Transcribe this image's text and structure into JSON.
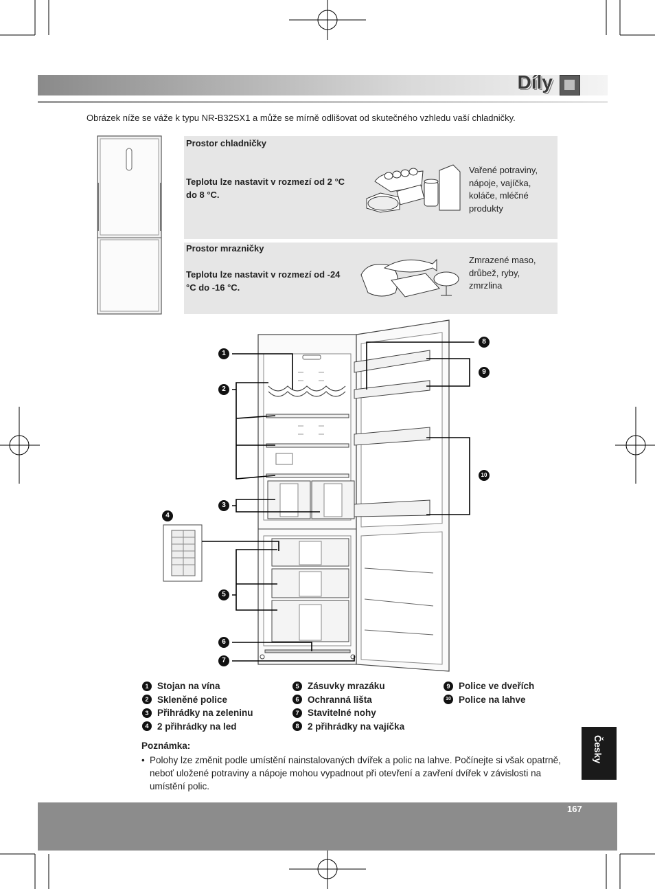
{
  "header": {
    "title": "Díly"
  },
  "intro": "Obrázek níže se váže k typu NR-B32SX1 a může se mírně odlišovat od skutečného vzhledu vaší chladničky.",
  "fridge_box": {
    "title": "Prostor chladničky",
    "temp": "Teplotu lze nastavit v rozmezí od 2 °C do 8 °C.",
    "items": "Vařené potraviny, nápoje, vajíčka, koláče, mléčné produkty"
  },
  "freezer_box": {
    "title": "Prostor mrazničky",
    "temp": "Teplotu lze nastavit v rozmezí od -24 °C do -16 °C.",
    "items": "Zmrazené maso, drůbež, ryby, zmrzlina"
  },
  "callouts": [
    "1",
    "2",
    "3",
    "4",
    "5",
    "6",
    "7",
    "8",
    "9",
    "10"
  ],
  "legend": [
    {
      "num": "1",
      "label": "Stojan na vína"
    },
    {
      "num": "2",
      "label": "Skleněné police"
    },
    {
      "num": "3",
      "label": "Přihrádky na zeleninu"
    },
    {
      "num": "4",
      "label": "2 přihrádky na led"
    },
    {
      "num": "5",
      "label": "Zásuvky mrazáku"
    },
    {
      "num": "6",
      "label": "Ochranná lišta"
    },
    {
      "num": "7",
      "label": "Stavitelné nohy"
    },
    {
      "num": "8",
      "label": "2 přihrádky na vajíčka"
    },
    {
      "num": "9",
      "label": "Police ve dveřích"
    },
    {
      "num": "10",
      "label": "Police na lahve"
    }
  ],
  "note": {
    "title": "Poznámka:",
    "bullet": "•",
    "text": "Polohy lze změnit podle umístění nainstalovaných dvířek a polic na lahve. Počínejte si však opatrně, neboť uložené potraviny a nápoje mohou vypadnout při otevření a zavření dvířek v závislosti na umístění polic."
  },
  "footer": {
    "page": "167",
    "language": "Česky"
  }
}
